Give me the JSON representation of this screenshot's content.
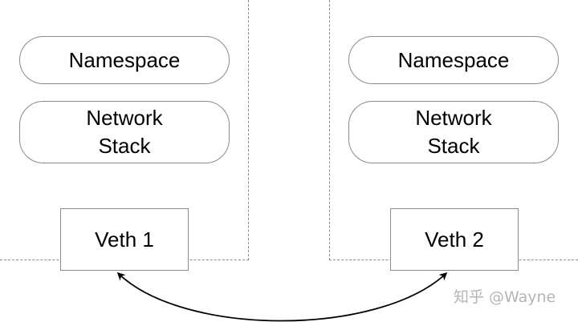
{
  "left": {
    "namespace_label": "Namespace",
    "stack_label": "Network\nStack",
    "veth_label": "Veth 1"
  },
  "right": {
    "namespace_label": "Namespace",
    "stack_label": "Network\nStack",
    "veth_label": "Veth 2"
  },
  "link": {
    "style": "bidirectional-curved-arrow",
    "color": "#000000"
  },
  "watermark": "知乎 @Wayne",
  "colors": {
    "border": "#8a8a8a",
    "text": "#000000",
    "watermark": "#b5b5b5"
  }
}
